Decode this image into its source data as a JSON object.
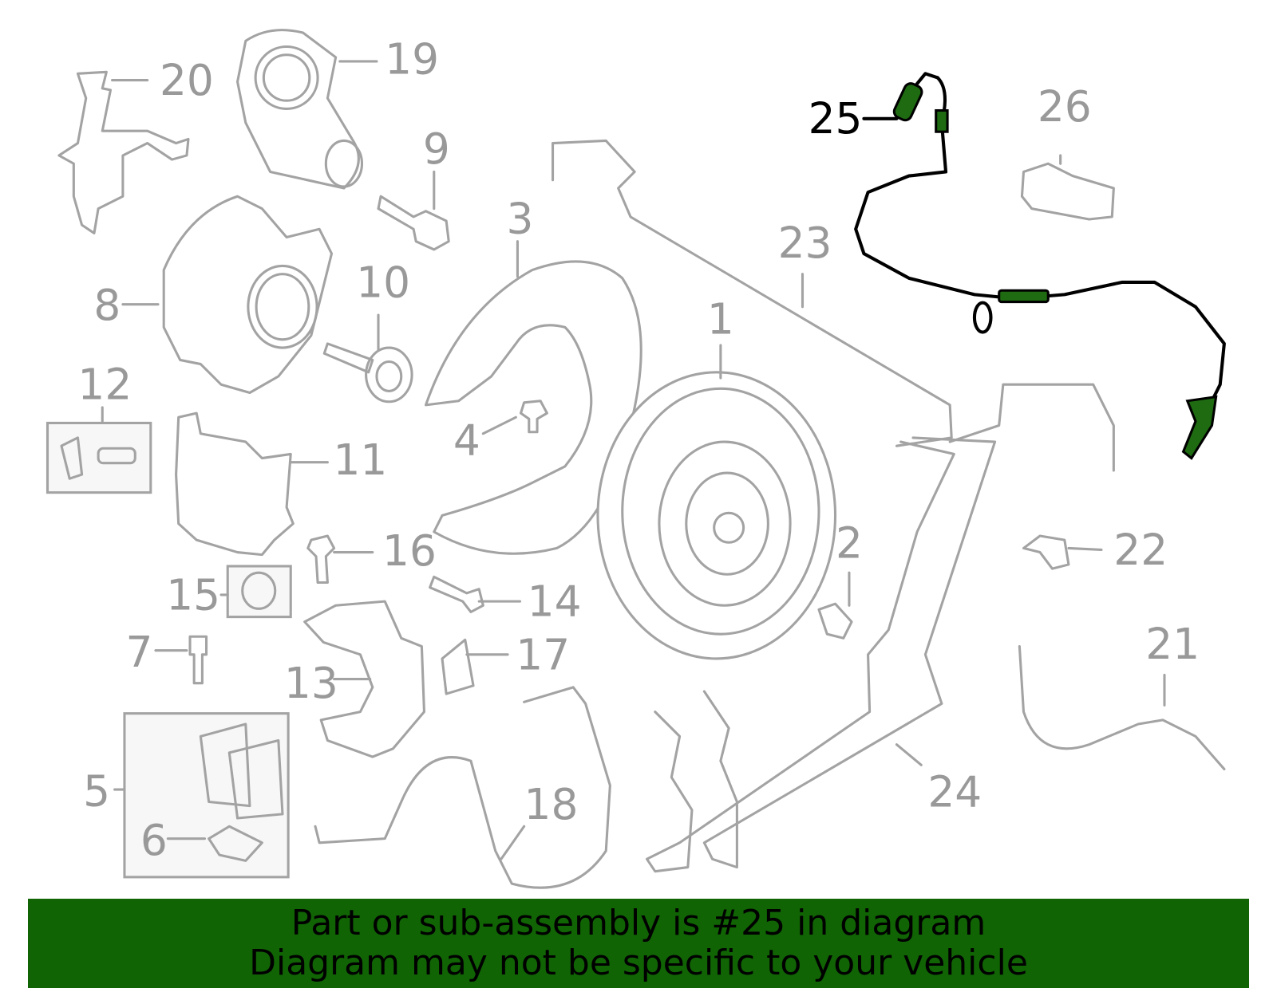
{
  "diagram": {
    "callouts": [
      "1",
      "2",
      "3",
      "4",
      "5",
      "6",
      "7",
      "8",
      "9",
      "10",
      "11",
      "12",
      "13",
      "14",
      "15",
      "16",
      "17",
      "18",
      "19",
      "20",
      "21",
      "22",
      "23",
      "24",
      "25",
      "26"
    ],
    "highlighted_part": "25",
    "highlight_color": "#1f6b12",
    "part_color": "#a3a3a3"
  },
  "banner": {
    "line1": "Part or sub-assembly is #25 in diagram",
    "line2": "Diagram may not be specific to your vehicle",
    "color": "#106404"
  }
}
